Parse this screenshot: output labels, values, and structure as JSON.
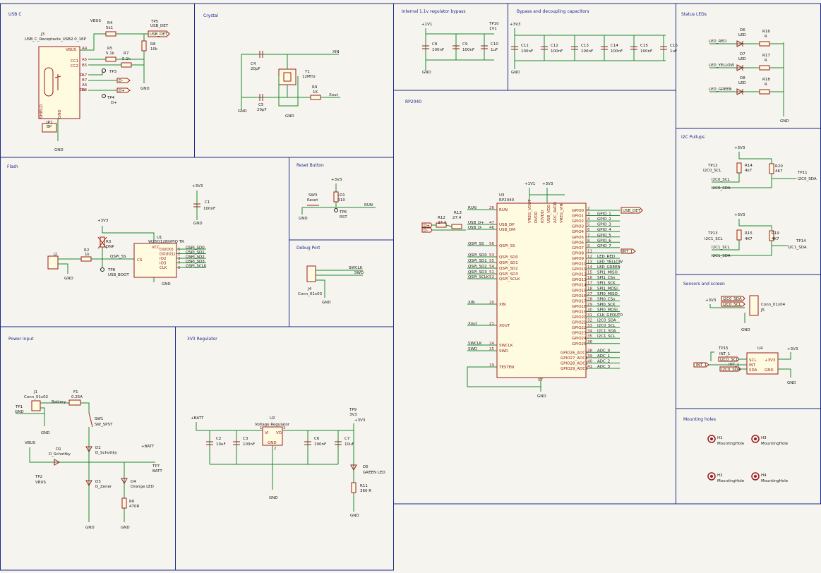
{
  "sections": {
    "usbc": "USB C",
    "crystal": "Crystal",
    "ldo": "Internal 1.1v regulator bypass",
    "bypass": "Bypass and decoupling capacitors",
    "leds": "Status LEDs",
    "flash": "Flash",
    "reset": "Reset Button",
    "debug": "Debug Port",
    "mcu": "RP2040",
    "i2c": "I2C Pullups",
    "sensors": "Sensors and screen",
    "power": "Power input",
    "reg": "3V3 Regulator",
    "mount": "Mounting holes"
  },
  "usbc": {
    "vbus": "VBUS",
    "r4": "R4",
    "r4v": "5k1",
    "tp5": "TP5",
    "usbdet": "USB_DET",
    "j3": "J3",
    "j3v": "USB_C_Receptacle_USB2.0_16P",
    "r5": "R5",
    "r5v": "5.1k",
    "r7": "R7",
    "r7v": "5.1k",
    "r8": "R8",
    "r8v": "10k",
    "tp3": "TP3",
    "dm": "D-",
    "dp": "D+",
    "tp4": "TP4",
    "gnd": "GND",
    "shield": "SHIELD",
    "jp1": "JP1",
    "jp1v": "BP",
    "pinvbus": "VBUS",
    "a4": "A4",
    "a5": "A5",
    "b5": "B5",
    "a7": "A7",
    "b7": "B7",
    "a6": "A6",
    "b6": "B6",
    "cc1": "CC1",
    "cc2": "CC2"
  },
  "crystal": {
    "c4": "C4",
    "c4v": "20pF",
    "c5": "C5",
    "c5v": "20pF",
    "y1": "Y1",
    "y1v": "12MHz",
    "r9": "R9",
    "r9v": "1K",
    "xin": "XIN",
    "xout": "Xout",
    "gnd": "GND"
  },
  "ldo": {
    "v11": "+1V1",
    "tp10": "TP10",
    "tp10v": "1V1",
    "c8": "C8",
    "c8v": "100nF",
    "c9": "C9",
    "c9v": "100nF",
    "c10": "C10",
    "c10v": "1uF",
    "gnd": "GND"
  },
  "bypass": {
    "v33": "+3V3",
    "gnd": "GND",
    "caps": [
      {
        "ref": "C11",
        "val": "100nF"
      },
      {
        "ref": "C12",
        "val": "100nF"
      },
      {
        "ref": "C13",
        "val": "100nF"
      },
      {
        "ref": "C14",
        "val": "100nF"
      },
      {
        "ref": "C15",
        "val": "100nF"
      },
      {
        "ref": "C16",
        "val": "1uF"
      }
    ]
  },
  "leds": {
    "items": [
      {
        "net": "LED_RED",
        "d": "D6",
        "dv": "LED",
        "r": "R16",
        "rv": "R"
      },
      {
        "net": "LED_YELLOW",
        "d": "D7",
        "dv": "LED",
        "r": "R17",
        "rv": "R"
      },
      {
        "net": "LED_GREEN",
        "d": "D8",
        "dv": "LED",
        "r": "R18",
        "rv": "R"
      }
    ],
    "gnd": "GND"
  },
  "flash": {
    "v33": "+3V3",
    "c1": "C1",
    "c1v": "100nF",
    "gnd": "GND",
    "j2": "J2",
    "r2": "R2",
    "r2v": "1k",
    "r3": "R3",
    "r3v": "DNP",
    "u1": "U1",
    "u1v": "W25Q128JVPIQ TR",
    "tp8": "TP8",
    "tp8v": "USB_BOOT",
    "qspiss": "QSPI_SS",
    "cs": "CS",
    "vcc": "VCC",
    "pins": [
      {
        "n": "5",
        "name": "DI(IO0)",
        "net": "QSPI_SD0"
      },
      {
        "n": "2",
        "name": "DO(IO1)",
        "net": "QSPI_SD1"
      },
      {
        "n": "3",
        "name": "IO2",
        "net": "QSPI_SD2"
      },
      {
        "n": "7",
        "name": "IO3",
        "net": "QSPI_SD3"
      },
      {
        "n": "6",
        "name": "CLK",
        "net": "QSPI_SCLK"
      }
    ]
  },
  "reset": {
    "v33": "+3V3",
    "sw3": "SW3",
    "sw3v": "Reset",
    "ld1": "LD1",
    "ld1v": "R10",
    "tp6": "TP6",
    "tp6v": "RST",
    "run": "RUN",
    "gnd": "GND"
  },
  "debug": {
    "j4": "J4",
    "j4v": "Conn_01x03",
    "swclk": "SWCLK",
    "swd": "SWD",
    "gnd": "GND"
  },
  "mcu": {
    "u3": "U3",
    "u3v": "RP2040",
    "v11": "+1V1",
    "v33": "+3V3",
    "r12": "R12",
    "r12v": "27.4",
    "r13": "R13",
    "r13v": "27.4",
    "dp": "D+",
    "dm": "D-",
    "top": [
      "VREG_VOUT",
      "DVDD",
      "IOVDD",
      "USB_VDD",
      "ADC_AVDD",
      "VREG_VIN"
    ],
    "left": [
      {
        "n": "26",
        "pin": "RUN",
        "net": "RUN"
      },
      {
        "n": "47",
        "pin": "USB_DP",
        "net": "USB_D+"
      },
      {
        "n": "46",
        "pin": "USB_DM",
        "net": "USB_D-"
      },
      {
        "n": "56",
        "pin": "QSPI_SS",
        "net": "QSPI_SS"
      },
      {
        "n": "53",
        "pin": "QSPI_SD0",
        "net": "QSPI_SD0"
      },
      {
        "n": "55",
        "pin": "QSPI_SD1",
        "net": "QSPI_SD1"
      },
      {
        "n": "54",
        "pin": "QSPI_SD2",
        "net": "QSPI_SD2"
      },
      {
        "n": "51",
        "pin": "QSPI_SD3",
        "net": "QSPI_SD3"
      },
      {
        "n": "52",
        "pin": "QSPI_SCLK",
        "net": "QSPI_SCLK"
      },
      {
        "n": "20",
        "pin": "XIN",
        "net": "XIN"
      },
      {
        "n": "21",
        "pin": "XOUT",
        "net": "Xout"
      },
      {
        "n": "24",
        "pin": "SWCLK",
        "net": "SWCLK"
      },
      {
        "n": "25",
        "pin": "SWD",
        "net": "SWD"
      },
      {
        "n": "19",
        "pin": "TESTEN",
        "net": ""
      }
    ],
    "right": [
      {
        "n": "2",
        "pin": "GPIO0",
        "net": "USB_DET"
      },
      {
        "n": "3",
        "pin": "GPIO1",
        "net": "GPIO_1"
      },
      {
        "n": "4",
        "pin": "GPIO2",
        "net": "GPIO_2"
      },
      {
        "n": "5",
        "pin": "GPIO3",
        "net": "GPIO_3"
      },
      {
        "n": "6",
        "pin": "GPIO4",
        "net": "GPIO_4"
      },
      {
        "n": "7",
        "pin": "GPIO5",
        "net": "GPIO_5"
      },
      {
        "n": "8",
        "pin": "GPIO6",
        "net": "GPIO_6"
      },
      {
        "n": "9",
        "pin": "GPIO7",
        "net": "GPIO_7"
      },
      {
        "n": "11",
        "pin": "GPIO8",
        "net": "INT_1"
      },
      {
        "n": "12",
        "pin": "GPIO9",
        "net": "LED_RED"
      },
      {
        "n": "13",
        "pin": "GPIO10",
        "net": "LED_YELLOW"
      },
      {
        "n": "14",
        "pin": "GPIO11",
        "net": "LED_GREEN"
      },
      {
        "n": "15",
        "pin": "GPIO12",
        "net": "SPI1_MISO"
      },
      {
        "n": "16",
        "pin": "GPIO13",
        "net": "SPI1_CSn"
      },
      {
        "n": "17",
        "pin": "GPIO14",
        "net": "SPI1_SCK"
      },
      {
        "n": "18",
        "pin": "GPIO15",
        "net": "SPI1_MOSI"
      },
      {
        "n": "27",
        "pin": "GPIO16",
        "net": "SPI0_MISO"
      },
      {
        "n": "28",
        "pin": "GPIO17",
        "net": "SPI0_CSn"
      },
      {
        "n": "29",
        "pin": "GPIO18",
        "net": "SPI0_SCK"
      },
      {
        "n": "30",
        "pin": "GPIO19",
        "net": "SPI0_MOSI"
      },
      {
        "n": "31",
        "pin": "GPIO20",
        "net": "CLK_GPOUT0"
      },
      {
        "n": "32",
        "pin": "GPIO21",
        "net": "I2C0_SDA"
      },
      {
        "n": "33",
        "pin": "GPIO22",
        "net": "I2C0_SCL"
      },
      {
        "n": "34",
        "pin": "GPIO23",
        "net": "I2C1_SDA"
      },
      {
        "n": "35",
        "pin": "GPIO24",
        "net": "I2C1_SCL"
      },
      {
        "n": "36",
        "pin": "GPIO25",
        "net": ""
      },
      {
        "n": "38",
        "pin": "GPIO26_ADC0",
        "net": "ADC_0"
      },
      {
        "n": "39",
        "pin": "GPIO27_ADC1",
        "net": "ADC_1"
      },
      {
        "n": "40",
        "pin": "GPIO28_ADC2",
        "net": "ADC_2"
      },
      {
        "n": "41",
        "pin": "GPIO29_ADC3",
        "net": "ADC_3"
      }
    ],
    "usbdet": "USB_DET",
    "int1": "INT_1",
    "gnd": "GND",
    "gpin": "57"
  },
  "i2c": {
    "v33": "+3V3",
    "a": {
      "tp": "TP12",
      "tpv": "I2C0_SCL",
      "r1": "R14",
      "r1v": "4k7",
      "r2": "R20",
      "r2v": "4K7",
      "tp2": "TP11",
      "tp2v": "I2C0_SDA",
      "scl": "I2C0_SCL",
      "sda": "I2C0_SDA"
    },
    "b": {
      "tp": "TP13",
      "tpv": "I2C1_SCL",
      "r1": "R15",
      "r1v": "4K7",
      "r2": "R19",
      "r2v": "4K7",
      "tp2": "TP14",
      "tp2v": "I2C1_SDA",
      "scl": "I2C1_SCL",
      "sda": "I2C1_SDA"
    }
  },
  "sensors": {
    "v33": "+3V3",
    "j5": "J5",
    "j5v": "Conn_01x04",
    "gnd": "GND",
    "nets": [
      "I2C0_SDA",
      "I2C0_SCL"
    ],
    "tp15": "TP15",
    "tp15v": "INT_1",
    "u4": "U4",
    "int1": "INT_1",
    "u4nets": [
      "I2C0_SCL",
      "INT_1",
      "I2C0_SDA"
    ],
    "u4pins": [
      "SCL",
      "INT",
      "SDA"
    ],
    "u4r": [
      "+3V3",
      "GND"
    ]
  },
  "power": {
    "j1": "J1",
    "j1v": "Conn_01x02",
    "battery": "Battery",
    "f1": "F1",
    "f1v": "0.25A",
    "tp1": "TP1",
    "tp1v": "GND",
    "sw1": "SW1",
    "sw1v": "SW_SPST",
    "vbus": "VBUS",
    "d1": "D1",
    "d1v": "D_Schottky",
    "d2": "D2",
    "d2v": "D_Schottky",
    "batt": "+BATT",
    "tp7": "TP7",
    "tp7v": "BATT",
    "tp2": "TP2",
    "tp2v": "VBUS",
    "d3": "D3",
    "d3v": "D_Zener",
    "d4": "D4",
    "d4v": "Orange LED",
    "r6": "R6",
    "r6v": "470R",
    "gnd": "GND"
  },
  "reg": {
    "batt": "+BATT",
    "u2": "U2",
    "u2v": "Voltage Regulator",
    "vi": "VI",
    "vo": "VO",
    "gnd": "GND",
    "c2": "C2",
    "c2v": "10uF",
    "c3": "C3",
    "c3v": "100nF",
    "c6": "C6",
    "c6v": "100nF",
    "c7": "C7",
    "c7v": "10uF",
    "tp9": "TP9",
    "tp9v": "3V3",
    "v33": "+3V3",
    "d5": "D5",
    "d5v": "GREEN LED",
    "r11": "R11",
    "r11v": "360 R",
    "pin1": "1",
    "pin3": "3",
    "pin2": "2"
  },
  "mount": {
    "holes": [
      {
        "ref": "H1",
        "val": "MountingHole"
      },
      {
        "ref": "H3",
        "val": "MountingHole"
      },
      {
        "ref": "H2",
        "val": "MountingHole"
      },
      {
        "ref": "H4",
        "val": "MountingHole"
      }
    ]
  }
}
